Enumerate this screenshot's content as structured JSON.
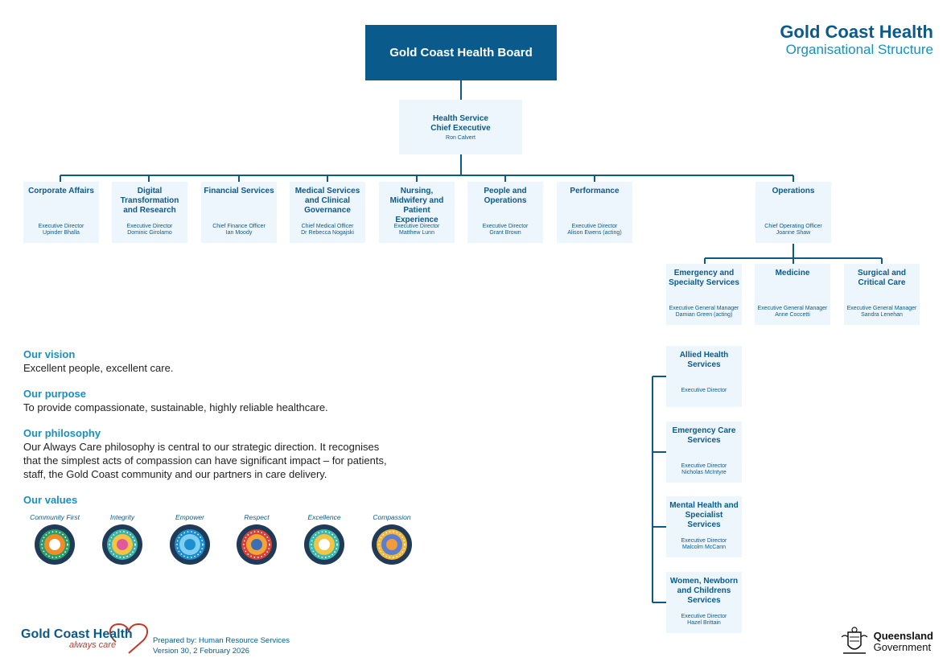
{
  "brand": {
    "title": "Gold Coast Health",
    "subtitle": "Organisational Structure"
  },
  "board": {
    "label": "Gold Coast Health Board"
  },
  "ceo": {
    "title": "Health Service\nChief Executive",
    "name": "Ron Calvert"
  },
  "divisions": [
    {
      "id": "corporate-affairs",
      "title": "Corporate Affairs",
      "role": "Executive Director",
      "name": "Upinder Bhalla"
    },
    {
      "id": "digital",
      "title": "Digital Transformation and Research",
      "role": "Executive Director",
      "name": "Dominic Girolamo"
    },
    {
      "id": "financial",
      "title": "Financial Services",
      "role": "Chief Finance Officer",
      "name": "Ian Moody"
    },
    {
      "id": "medical",
      "title": "Medical Services and Clinical Governance",
      "role": "Chief Medical Officer",
      "name": "Dr Rebecca Nogajski"
    },
    {
      "id": "nursing",
      "title": "Nursing, Midwifery and Patient Experience",
      "role": "Executive Director",
      "name": "Matthew Lunn"
    },
    {
      "id": "people",
      "title": "People and Operations",
      "role": "Executive Director",
      "name": "Grant Brown"
    },
    {
      "id": "performance",
      "title": "Performance",
      "role": "Executive Director",
      "name": "Alison Ewens (acting)"
    },
    {
      "id": "operations",
      "title": "Operations",
      "role": "Chief Operating Officer",
      "name": "Joanne Shaw"
    }
  ],
  "ops_units": [
    {
      "id": "emergency-specialty",
      "title": "Emergency and Specialty Services",
      "role": "Executive General Manager",
      "name": "Damian Green (acting)"
    },
    {
      "id": "medicine",
      "title": "Medicine",
      "role": "Executive General Manager",
      "name": "Anne Coccetti"
    },
    {
      "id": "surgical",
      "title": "Surgical and Critical Care",
      "role": "Executive General Manager",
      "name": "Sandra Lenehan"
    }
  ],
  "sub_units": [
    {
      "id": "allied",
      "title": "Allied Health Services",
      "role": "Executive Director",
      "name": ""
    },
    {
      "id": "emergency-care",
      "title": "Emergency Care Services",
      "role": "Executive Director",
      "name": "Nicholas McIntyre"
    },
    {
      "id": "mental-health",
      "title": "Mental Health and Specialist Services",
      "role": "Executive Director",
      "name": "Malcolm McCann"
    },
    {
      "id": "women",
      "title": "Women, Newborn and Childrens Services",
      "role": "Executive Director",
      "name": "Hazel Brittain"
    }
  ],
  "statements": {
    "vision_h": "Our vision",
    "vision": "Excellent people, excellent care.",
    "purpose_h": "Our purpose",
    "purpose": "To provide compassionate, sustainable, highly reliable healthcare.",
    "philosophy_h": "Our philosophy",
    "philosophy_1": "Our Always Care philosophy is central to our strategic direction.  It recognises",
    "philosophy_2": "that the simplest acts of compassion can have significant impact – for patients,",
    "philosophy_3": "staff, the Gold Coast community and our partners in care delivery.",
    "values_h": "Our values"
  },
  "values": [
    {
      "label": "Community First",
      "colors": [
        "#1f3b57",
        "#2a9d6a",
        "#f28c28",
        "#ffffff"
      ]
    },
    {
      "label": "Integrity",
      "colors": [
        "#1f3b57",
        "#3cb4a8",
        "#f5c242",
        "#e05a9b"
      ]
    },
    {
      "label": "Empower",
      "colors": [
        "#1f3b57",
        "#1d8fd1",
        "#7fd0f0",
        "#1d8fd1"
      ]
    },
    {
      "label": "Respect",
      "colors": [
        "#1f3b57",
        "#d6423a",
        "#f4a53a",
        "#3a6fb5"
      ]
    },
    {
      "label": "Excellence",
      "colors": [
        "#1f3b57",
        "#3bbbb0",
        "#f4c542",
        "#ffffff"
      ]
    },
    {
      "label": "Compassion",
      "colors": [
        "#1f3b57",
        "#f4b63a",
        "#5a7fd1",
        "#f29b3a"
      ]
    }
  ],
  "footer": {
    "logo_main": "Gold Coast Health",
    "logo_sub": "always care",
    "prepared": "Prepared by:  Human Resource Services",
    "version": "Version 30, 2 February 2026",
    "gov_1": "Queensland",
    "gov_2": "Government"
  }
}
